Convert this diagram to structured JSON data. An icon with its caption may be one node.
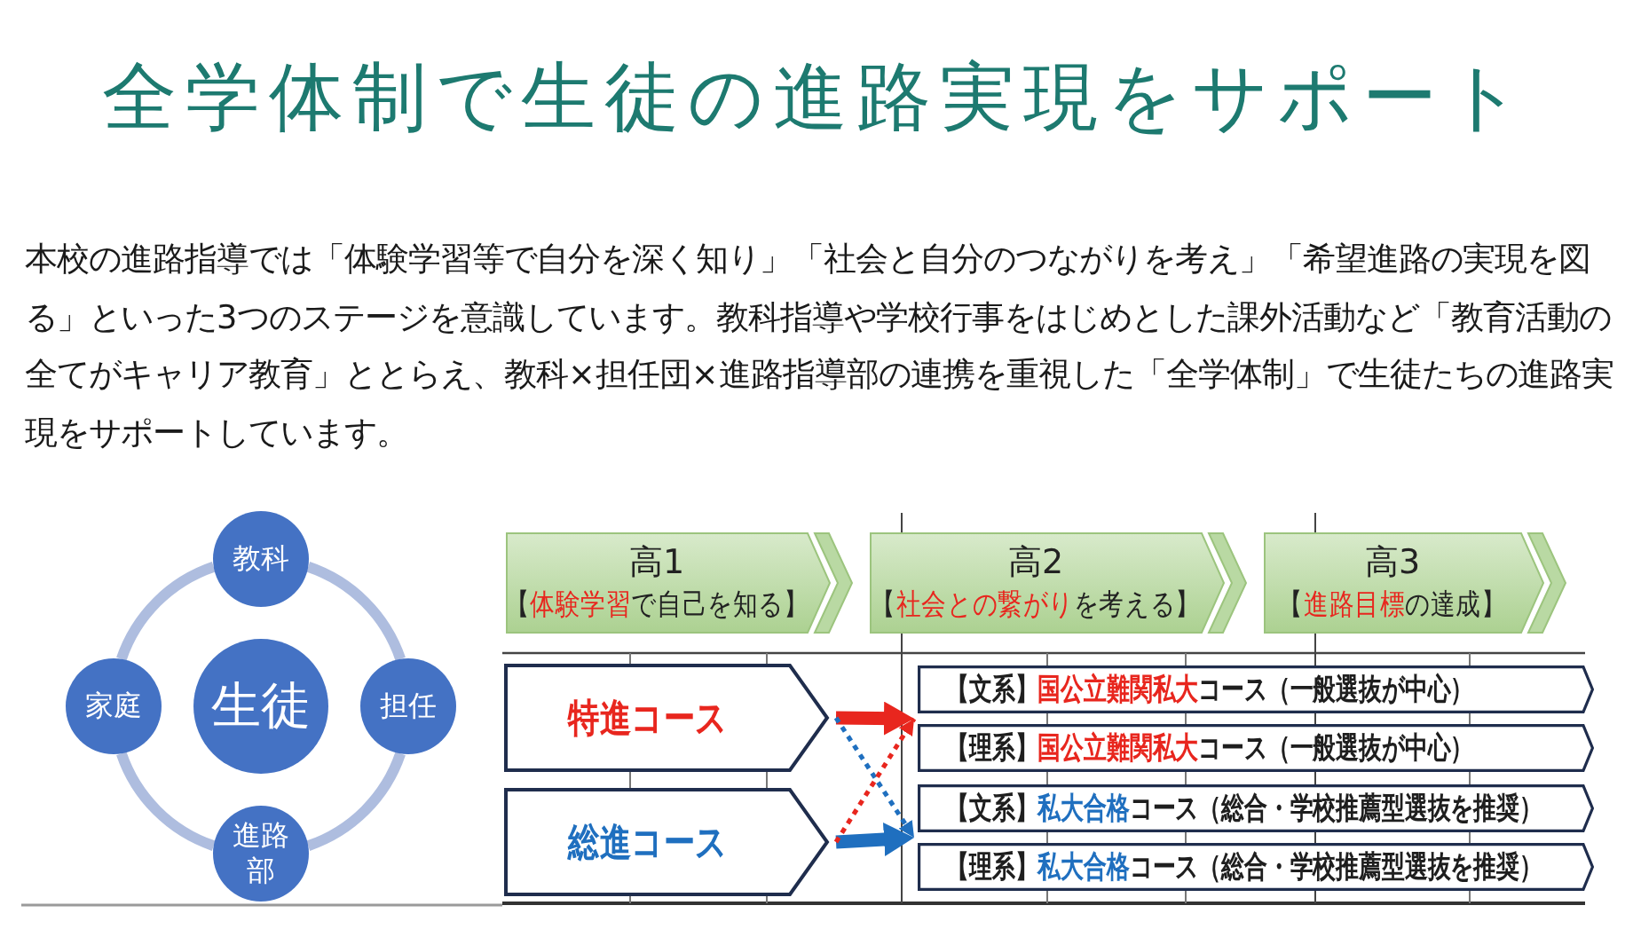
{
  "diagram": {
    "title": "全学体制で生徒の進路実現をサポート",
    "nodes": [
      {
        "text": [
          "生徒"
        ]
      },
      {
        "text": [
          "教科"
        ]
      },
      {
        "text": [
          "担任"
        ]
      },
      {
        "text": [
          "進路部"
        ]
      },
      {
        "text": [
          "家庭"
        ]
      },
      {
        "text": [
          "高1",
          "【**体験学習**で自己を知る】"
        ]
      },
      {
        "text": [
          "高2",
          "【**社会との繋がり**を考える】"
        ]
      },
      {
        "text": [
          "高3",
          "【**進路目標**の達成】"
        ]
      },
      {
        "text": [
          "特進コース"
        ]
      },
      {
        "text": [
          "総進コース"
        ]
      },
      {
        "text": [
          "【文系】**国公立難関私大**コース（一般選抜が中心）"
        ]
      },
      {
        "text": [
          "【理系】**国公立難関私大**コース（一般選抜が中心）"
        ]
      },
      {
        "text": [
          "【文系】**私大合格**コース（総合・学校推薦型選抜を推奨）"
        ]
      },
      {
        "text": [
          "【理系】**私大合格**コース（総合・学校推薦型選抜を推奨）"
        ]
      }
    ],
    "edges": [
      {
        "from": 1,
        "to": 2,
        "arrow": "none",
        "color": "#aebddf"
      },
      {
        "from": 2,
        "to": 3,
        "arrow": "none",
        "color": "#aebddf"
      },
      {
        "from": 3,
        "to": 4,
        "arrow": "none",
        "color": "#aebddf"
      },
      {
        "from": 4,
        "to": 1,
        "arrow": "none",
        "color": "#aebddf"
      },
      {
        "from": 8,
        "to": 10,
        "arrow": "to",
        "color": "#e8261e"
      },
      {
        "from": 8,
        "to": 11,
        "arrow": "to",
        "color": "#e8261e"
      },
      {
        "from": 9,
        "to": 12,
        "arrow": "to",
        "color": "#1f6fbf"
      },
      {
        "from": 9,
        "to": 13,
        "arrow": "to",
        "color": "#1f6fbf"
      },
      {
        "from": 8,
        "to": 12,
        "arrow": "to",
        "style": "dashed",
        "color": "#1f6fbf"
      },
      {
        "from": 8,
        "to": 13,
        "arrow": "to",
        "style": "dashed",
        "color": "#1f6fbf"
      },
      {
        "from": 9,
        "to": 10,
        "arrow": "to",
        "style": "dashed",
        "color": "#e8261e"
      },
      {
        "from": 9,
        "to": 11,
        "arrow": "to",
        "style": "dashed",
        "color": "#e8261e"
      }
    ],
    "labels": [
      "本校の進路指導では「体験学習等で自分を深く知り」「社会と自分のつながりを考え」「希望進路の実現を図る」といった3つのステージを意識しています。教科指導や学校行事をはじめとした課外活動など「教育活動の全てがキャリア教育」ととらえ、教科×担任団×進路指導部の連携を重視した「全学体制」で生徒たちの進路実現をサポートしています。"
    ]
  }
}
